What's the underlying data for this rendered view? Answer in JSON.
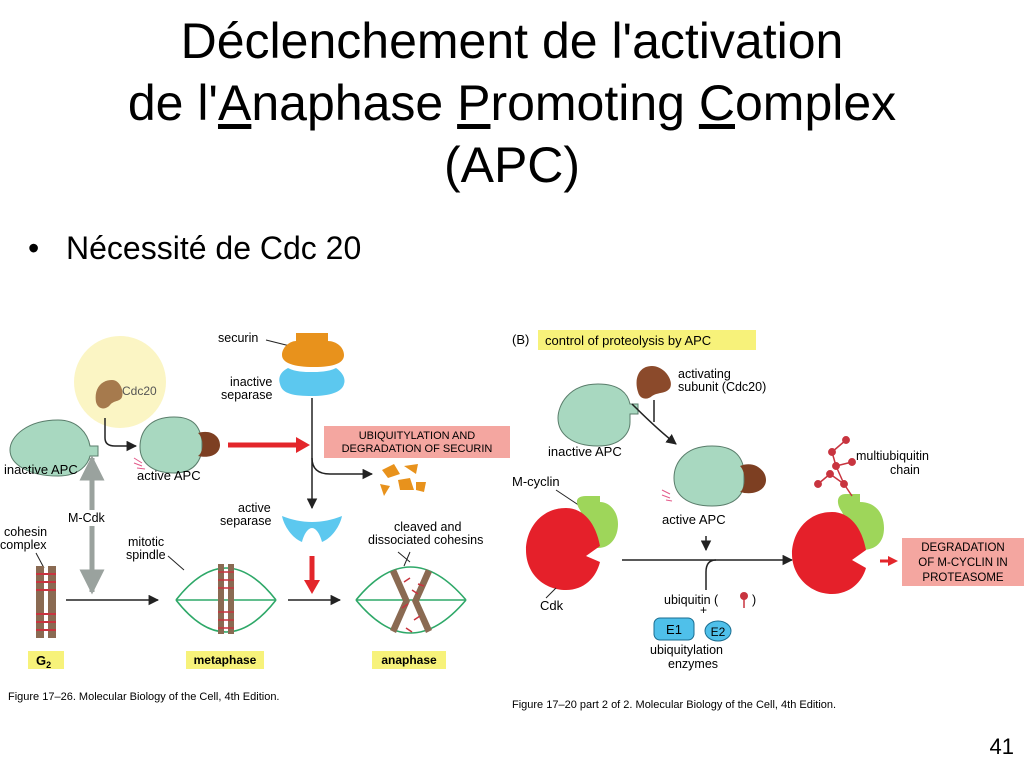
{
  "slide": {
    "title_line1": "Déclenchement de l'activation",
    "title_line2_pre": "de l'",
    "title_A": "A",
    "title_naphase": "naphase ",
    "title_P": "P",
    "title_romoting": "romoting ",
    "title_C": "C",
    "title_omplex": "omplex",
    "title_line3": "(APC)",
    "bullet_symbol": "•",
    "bullet_text": "Nécessité de Cdc 20",
    "page_number": "41"
  },
  "figure_a": {
    "securin": "securin",
    "inactive_separase_1": "inactive",
    "inactive_separase_2": "separase",
    "cdc20": "Cdc20",
    "inactive_apc": "inactive APC",
    "active_apc": "active APC",
    "ubiq_1": "UBIQUITYLATION AND",
    "ubiq_2": "DEGRADATION OF SECURIN",
    "m_cdk": "M-Cdk",
    "cohesin_1": "cohesin",
    "cohesin_2": "complex",
    "active_separase_1": "active",
    "active_separase_2": "separase",
    "mitotic_1": "mitotic",
    "mitotic_2": "spindle",
    "cleaved_1": "cleaved and",
    "cleaved_2": "dissociated cohesins",
    "g2": "G",
    "g2_sub": "2",
    "metaphase": "metaphase",
    "anaphase": "anaphase",
    "caption": "Figure 17–26. Molecular Biology of the Cell, 4th Edition."
  },
  "figure_b": {
    "panel_label": "(B)",
    "panel_title": "control of proteolysis by APC",
    "activating_1": "activating",
    "activating_2": "subunit (Cdc20)",
    "inactive_apc": "inactive APC",
    "active_apc": "active APC",
    "m_cyclin": "M-cyclin",
    "cdk": "Cdk",
    "ubiquitin": "ubiquitin (",
    "ubiquitin_close": ")",
    "plus": "+",
    "e1": "E1",
    "e2": "E2",
    "enzymes_1": "ubiquitylation",
    "enzymes_2": "enzymes",
    "multi_1": "multiubiquitin",
    "multi_2": "chain",
    "degr_1": "DEGRADATION",
    "degr_2": "OF M-CYCLIN IN",
    "degr_3": "PROTEASOME",
    "caption": "Figure 17–20 part 2 of 2. Molecular Biology of the Cell, 4th Edition."
  },
  "colors": {
    "apc_green": "#a8d8c0",
    "cdc20_brown": "#8b4a2b",
    "securin_orange": "#e8921c",
    "separase_blue": "#5cc8ef",
    "arrow_red": "#e3262b",
    "label_pink": "#f4a6a0",
    "label_yellow": "#f7f27a",
    "cyclin_green": "#9ed65a",
    "cdk_red": "#e5202a",
    "spindle_green": "#2ea868",
    "chromosome_brown": "#8a6a52",
    "cdc20_halo": "#fbf5c4",
    "e1_blue": "#4fc0ea"
  }
}
